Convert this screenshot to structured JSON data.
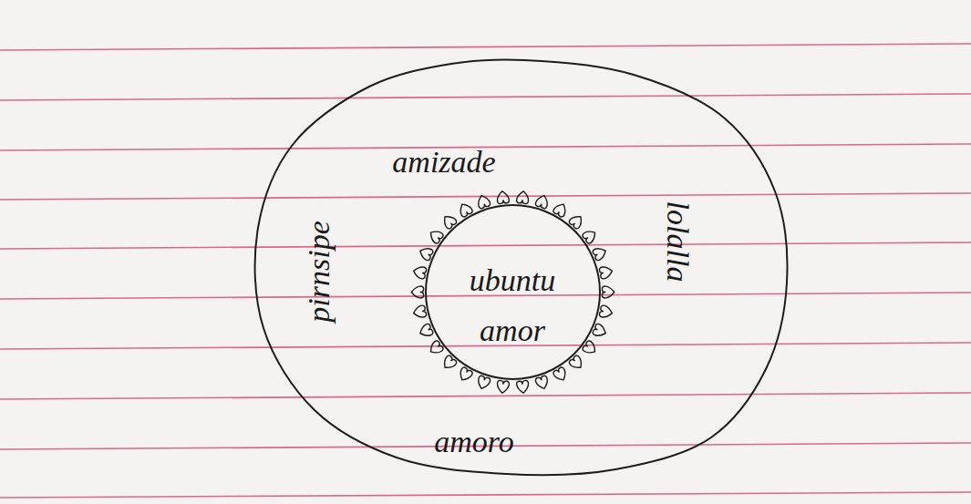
{
  "diagram": {
    "nodes": [
      {
        "text": [
          "amizade",
          "pirnsipe",
          "lolalla",
          "amoro"
        ]
      },
      {
        "text": [
          "ubuntu",
          "amor"
        ],
        "in": 0
      }
    ]
  }
}
